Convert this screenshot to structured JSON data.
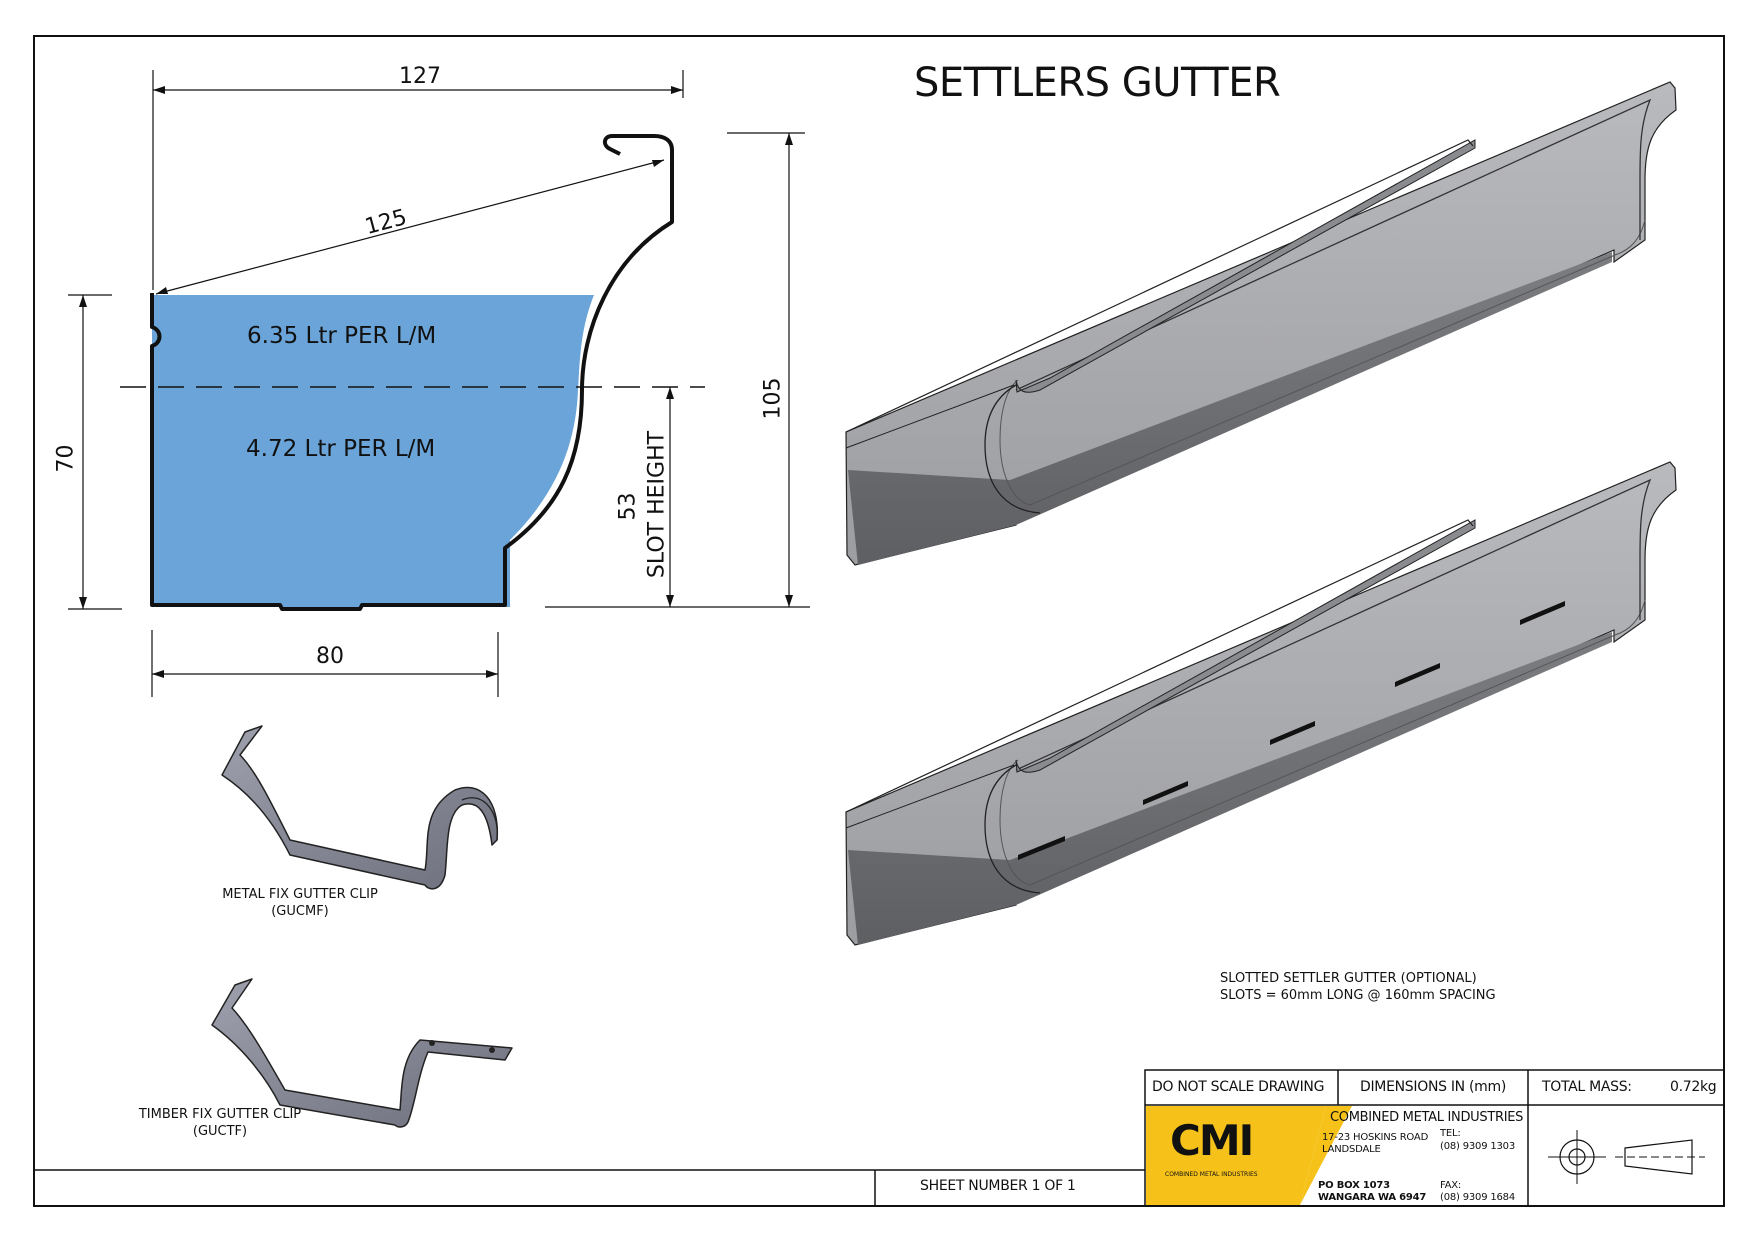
{
  "title": "SETTLERS GUTTER",
  "dimensions": {
    "top_width": "127",
    "diagonal": "125",
    "base_width": "80",
    "overall_height": "105",
    "water_height": "70",
    "slot_height_value": "53",
    "slot_height_label": "SLOT HEIGHT"
  },
  "capacities": {
    "upper": "6.35 Ltr PER L/M",
    "lower": "4.72 Ltr PER L/M"
  },
  "clips": [
    {
      "name": "METAL FIX GUTTER CLIP",
      "code": "(GUCMF)"
    },
    {
      "name": "TIMBER FIX GUTTER CLIP",
      "code": "(GUCTF)"
    }
  ],
  "slotted_note": {
    "line1": "SLOTTED SETTLER GUTTER (OPTIONAL)",
    "line2": "SLOTS = 60mm LONG @ 160mm SPACING"
  },
  "title_block": {
    "no_scale": "DO NOT SCALE DRAWING",
    "dimensions_in": "DIMENSIONS IN (mm)",
    "total_mass_label": "TOTAL MASS:",
    "total_mass_value": "0.72kg",
    "company": "COMBINED METAL INDUSTRIES",
    "logo": "CMI",
    "logo_sub": "COMBINED METAL INDUSTRIES",
    "address_1": "17-23 HOSKINS ROAD",
    "address_2": "LANDSDALE",
    "tel_label": "TEL:",
    "tel": "(08) 9309 1303",
    "po_1": "PO BOX 1073",
    "po_2": "WANGARA WA 6947",
    "fax_label": "FAX:",
    "fax": "(08) 9309 1684",
    "sheet": "SHEET NUMBER 1 OF 1"
  },
  "colors": {
    "water": "#6aa4d8",
    "gutter_fill": "#a8a9ad",
    "gutter_dark": "#6f7073",
    "logo_yellow": "#f6c21a"
  }
}
